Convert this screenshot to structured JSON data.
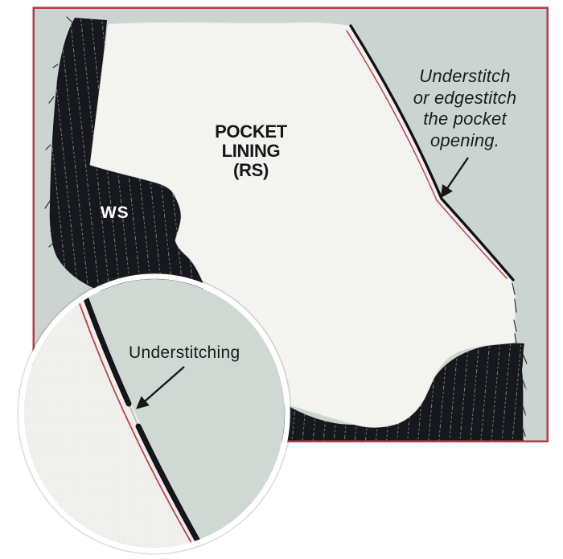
{
  "annotations": {
    "pocket_lining": {
      "lines": [
        "POCKET",
        "LINING",
        "(RS)"
      ]
    },
    "wrong_side_label": "WS",
    "stitch_note": {
      "lines": [
        "Understitch",
        "or edgestitch",
        "the pocket",
        "opening."
      ]
    },
    "inset_label": "Understitching"
  },
  "colors": {
    "page-bg": "#ffffff",
    "photo-bg": "#cbd4d0",
    "inset-bg": "#d0d8d4",
    "border-red": "#b23c45",
    "stitch-red": "#c4404f",
    "fabric-dark": "#16181d",
    "pinstripe": "#8e9186",
    "fabric-white": "#f4f4f1",
    "text-dark": "#1c1c1f",
    "label-white": "#ffffff"
  }
}
